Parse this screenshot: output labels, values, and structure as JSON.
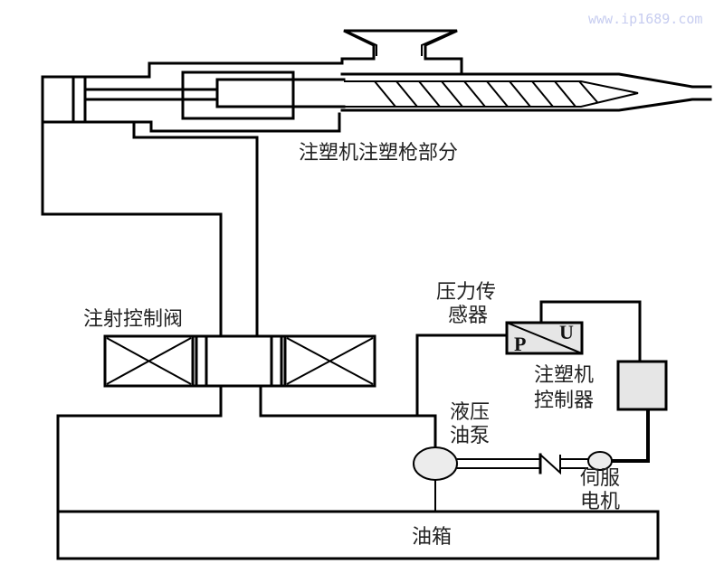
{
  "watermark": "www.ip1689.com",
  "labels": {
    "injection_unit": "注塑机注塑枪部分",
    "injection_valve": "注射控制阀",
    "pressure_sensor_line1": "压力传",
    "pressure_sensor_line2": "感器",
    "controller_line1": "注塑机",
    "controller_line2": "控制器",
    "pump_line1": "液压",
    "pump_line2": "油泵",
    "servo_line1": "伺服",
    "servo_line2": "电机",
    "oil_tank": "油箱"
  },
  "sensor_symbol": {
    "input": "P",
    "output": "U"
  },
  "colors": {
    "line": "#000000",
    "fill_gray": "#e6e6e6",
    "text": "#222222",
    "watermark": "#c7cdf0"
  }
}
